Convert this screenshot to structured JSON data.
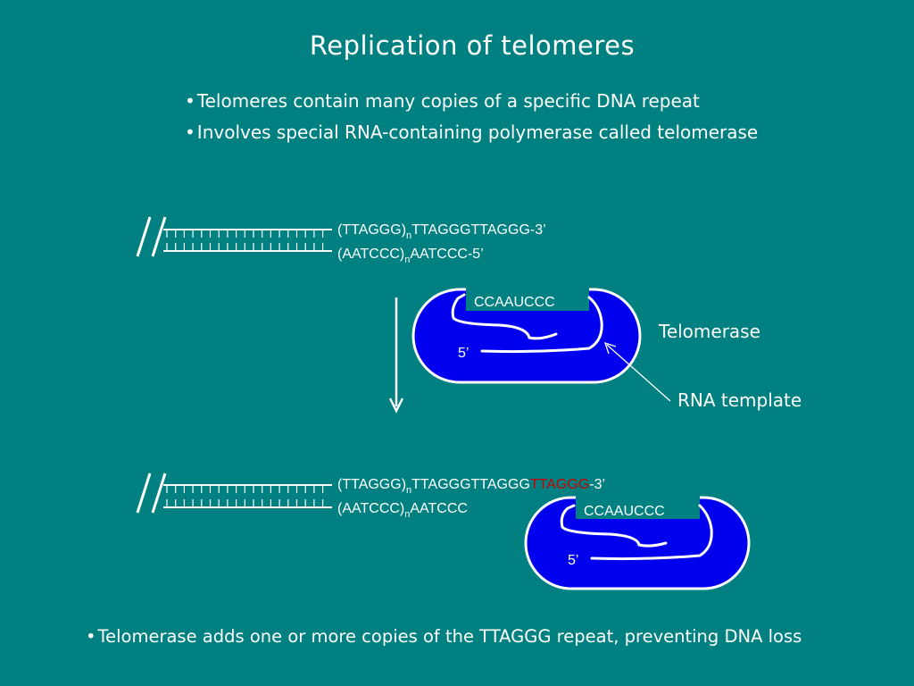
{
  "slide": {
    "title": "Replication of telomeres",
    "bullets": [
      "Telomeres contain many copies of a specific DNA repeat",
      "Involves special RNA-containing polymerase called telomerase"
    ],
    "footer_bullet": "Telomerase adds one or more copies of the TTAGGG repeat, preventing DNA loss",
    "bullet_symbol": "•"
  },
  "diagram": {
    "top_strand": {
      "repeat": "(TTAGGG)",
      "subscript": "n",
      "tail": "TTAGGGTTAGGG-3’"
    },
    "bottom_strand": {
      "repeat": "(AATCCC)",
      "subscript": "n",
      "tail": "AATCCC-5’"
    },
    "enzyme": {
      "rna_sequence": "CCAAUCCC",
      "five_prime": "5’",
      "label": "Telomerase",
      "template_label": "RNA template"
    },
    "extended_top_strand": {
      "repeat": "(TTAGGG)",
      "subscript": "n",
      "tail": "TTAGGGTTAGGG",
      "added": "TTAGGG",
      "end": "-3’"
    },
    "extended_bottom_strand": {
      "repeat": "(AATCCC)",
      "subscript": "n",
      "tail": "AATCCC"
    },
    "enzyme2": {
      "rna_sequence": "CCAAUCCC",
      "five_prime": "5’"
    }
  },
  "colors": {
    "background": "#008080",
    "enzyme_fill": "#0000ee",
    "added_repeat": "#cc0000",
    "text": "#ffffff"
  }
}
